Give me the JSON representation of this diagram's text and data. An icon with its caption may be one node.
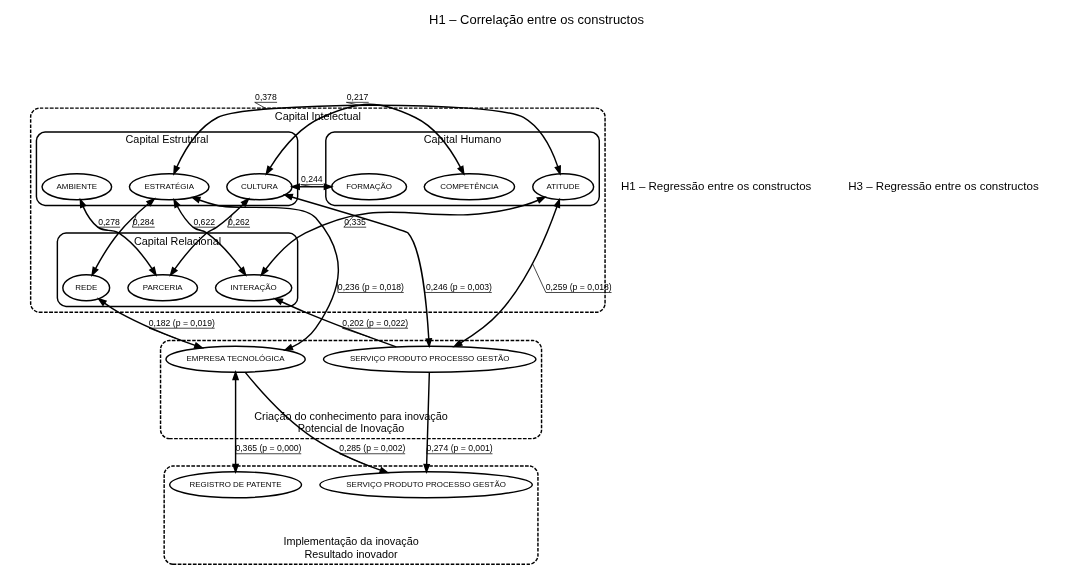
{
  "diagram": {
    "title": "H1 – Correlação entre os constructos",
    "nodes": [
      {
        "text": [
          "Capital Intelectual"
        ]
      },
      {
        "text": [
          "Capital Humano"
        ],
        "in": 0
      },
      {
        "text": [
          "FORMAÇÃO"
        ],
        "in": 1
      },
      {
        "text": [
          "COMPETÊNCIA"
        ],
        "in": 1
      },
      {
        "text": [
          "ATITUDE"
        ],
        "in": 1
      },
      {
        "text": [
          "Capital Estrutural"
        ],
        "in": 0
      },
      {
        "text": [
          "ESTRATÉGIA"
        ],
        "in": 5
      },
      {
        "text": [
          "AMBIENTE"
        ],
        "in": 5
      },
      {
        "text": [
          "CULTURA"
        ],
        "in": 5
      },
      {
        "text": [
          "Capital Relacional"
        ],
        "in": 0
      },
      {
        "text": [
          "INTERAÇÃO"
        ],
        "in": 9
      },
      {
        "text": [
          "PARCERIA"
        ],
        "in": 9
      },
      {
        "text": [
          "REDE"
        ],
        "in": 9
      },
      {
        "text": [
          "Criação do conhecimento para inovação",
          "Potencial de Inovação"
        ]
      },
      {
        "text": [
          "SERVIÇO PRODUTO PROCESSO GESTÃO"
        ],
        "in": 13
      },
      {
        "text": [
          "EMPRESA TECNOLÓGICA"
        ],
        "in": 13
      },
      {
        "text": [
          "Implementação da inovação",
          "Resultado inovador"
        ]
      },
      {
        "text": [
          "SERVIÇO PRODUTO PROCESSO GESTÃO"
        ],
        "in": 16
      },
      {
        "text": [
          "REGISTRO DE PATENTE"
        ],
        "in": 16
      }
    ],
    "edges": [
      {
        "from": 2,
        "to": 8,
        "arrow": "both",
        "label": "0,244"
      },
      {
        "from": 3,
        "to": 8,
        "arrow": "both",
        "label": "0,217"
      },
      {
        "from": 4,
        "to": 6,
        "arrow": "both",
        "label": "0,378"
      },
      {
        "from": 4,
        "to": 10,
        "arrow": "both",
        "label": "0,335"
      },
      {
        "from": 10,
        "to": 6,
        "arrow": "both",
        "label": "0,622"
      },
      {
        "from": 12,
        "to": 6,
        "arrow": "both",
        "label": "0,284"
      },
      {
        "from": 11,
        "to": 7,
        "arrow": "both",
        "label": "0,278"
      },
      {
        "from": 11,
        "to": 8,
        "arrow": "both",
        "label": "0,262"
      },
      {
        "from": 4,
        "to": 14,
        "arrow": "both",
        "label": "0,259 (p = 0,018)"
      },
      {
        "from": 14,
        "to": 10,
        "arrow": "to",
        "label": "0,202 (p = 0,022)"
      },
      {
        "from": 8,
        "to": 14,
        "arrow": "both",
        "label": "0,246 (p = 0,003)"
      },
      {
        "from": 12,
        "to": 15,
        "arrow": "both",
        "label": "0,182 (p = 0,019)"
      },
      {
        "from": 6,
        "to": 15,
        "arrow": "both",
        "label": "0,236 (p = 0,018)"
      },
      {
        "from": 14,
        "to": 17,
        "arrow": "to",
        "label": "0,274 (p = 0,001)"
      },
      {
        "from": 15,
        "to": 17,
        "arrow": "to",
        "label": "0,285 (p = 0,002)"
      },
      {
        "from": 15,
        "to": 18,
        "arrow": "both",
        "label": "0,365 (p = 0,000)"
      }
    ],
    "labels": [
      "H1 – Regressão entre os constructos",
      "H3 – Regressão entre os constructos"
    ]
  }
}
